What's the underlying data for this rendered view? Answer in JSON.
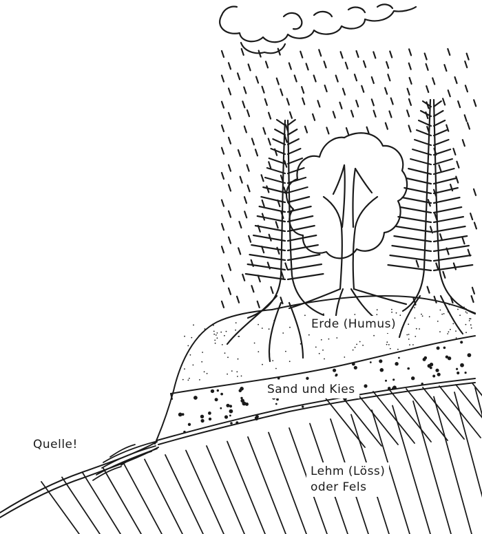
{
  "labels": {
    "humus": "Erde (Humus)",
    "sand": "Sand und Kies",
    "spring": "Quelle!",
    "clay_line1": "Lehm (Löss)",
    "clay_line2": "oder Fels"
  },
  "icons": {
    "cloud": "cloud-icon",
    "rain": "rain-icon",
    "conifer": "conifer-tree-icon",
    "deciduous": "deciduous-tree-icon",
    "spring": "spring-water-icon"
  },
  "colors": {
    "ink": "#1a1a1a",
    "background": "#ffffff"
  }
}
